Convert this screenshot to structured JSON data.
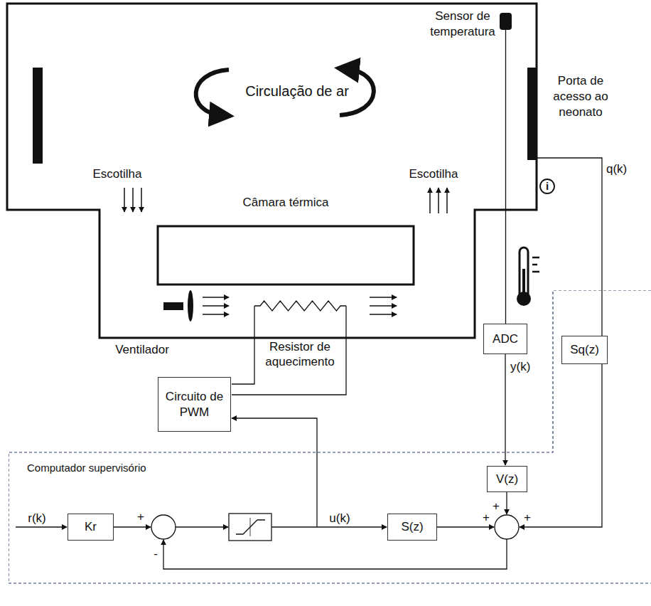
{
  "diagram": {
    "nodes": [
      {
        "text": [
          "Computador supervisório"
        ]
      },
      {
        "text": [
          "Sensor de temperatura"
        ]
      },
      {
        "text": [
          "Porta de acesso ao neonato"
        ]
      },
      {
        "text": [
          "Circuito de PWM"
        ]
      },
      {
        "text": [
          "ADC"
        ]
      },
      {
        "text": [
          "Sq(z)"
        ],
        "in": 0
      },
      {
        "text": [
          "V(z)"
        ],
        "in": 0
      },
      {
        "text": [
          "Kr"
        ],
        "in": 0
      },
      {
        "text": [
          "S(z)"
        ],
        "in": 0
      }
    ],
    "edges": [
      {
        "from": 1,
        "to": 4,
        "arrow": "none"
      },
      {
        "from": 4,
        "to": 6,
        "arrow": "to",
        "label": "y(k)"
      },
      {
        "from": 2,
        "to": 5,
        "arrow": "none",
        "label": "q(k)"
      }
    ],
    "labels": [
      "Circulação de ar",
      "Escotilha",
      "Escotilha",
      "Câmara térmica",
      "Ventilador",
      "Resistor de aquecimento",
      "i",
      "r(k)",
      "+",
      "-",
      "u(k)",
      "+",
      "+",
      "+"
    ]
  }
}
